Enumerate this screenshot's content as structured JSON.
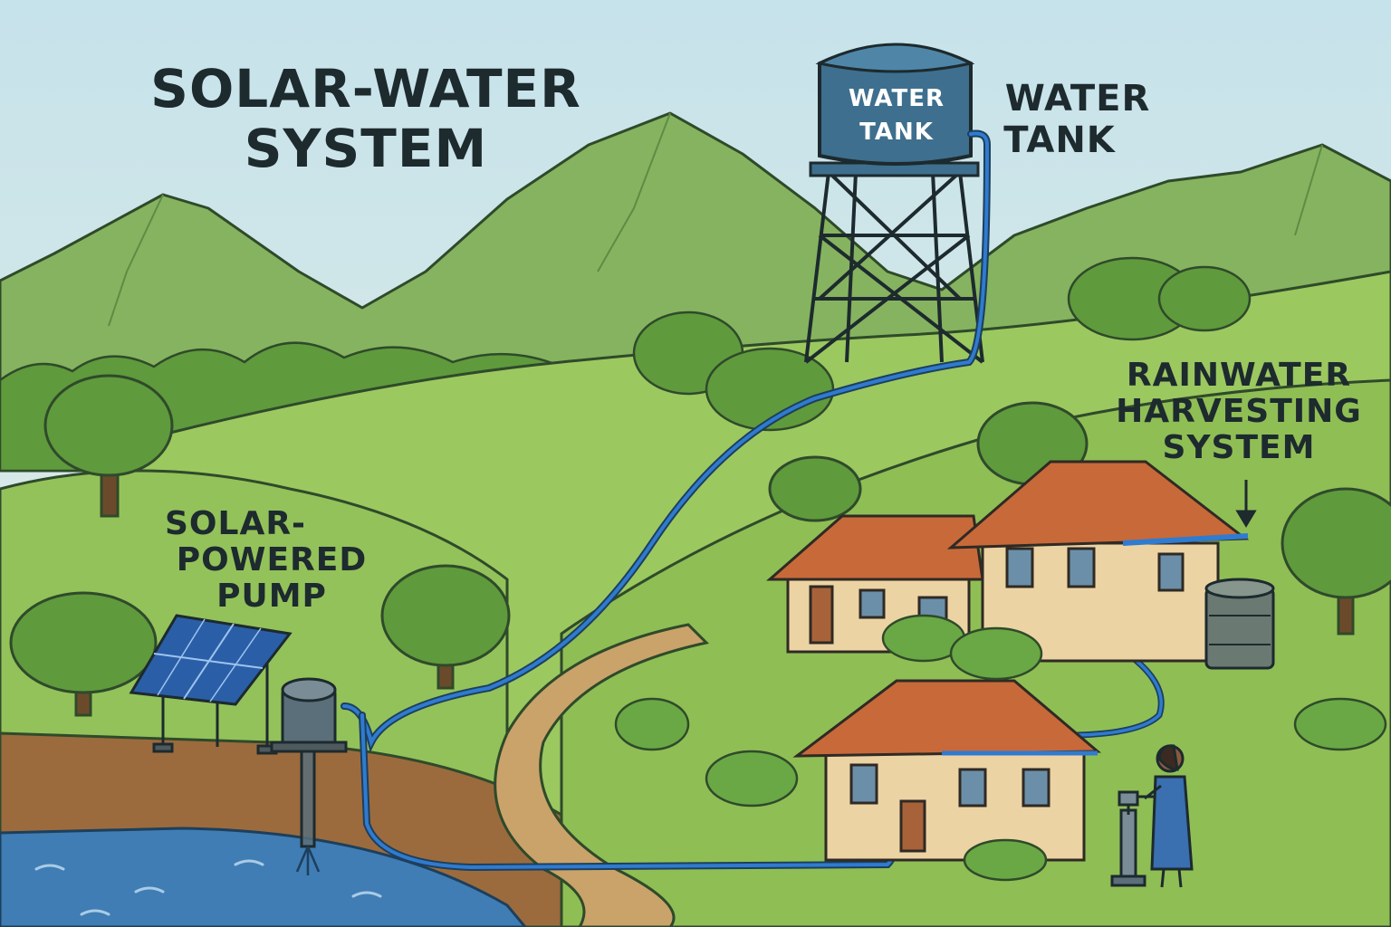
{
  "title": {
    "line1": "SOLAR-WATER",
    "line2": "SYSTEM"
  },
  "labels": {
    "water_tank_side": {
      "line1": "WATER",
      "line2": "TANK"
    },
    "water_tank_on_tank": {
      "line1": "WATER",
      "line2": "TANK"
    },
    "solar_pump": {
      "line1": "SOLAR-",
      "line2": "POWERED",
      "line3": "PUMP"
    },
    "rainwater": {
      "line1": "RAINWATER",
      "line2": "HARVESTING",
      "line3": "SYSTEM"
    }
  },
  "colors": {
    "sky": "#cfe6ea",
    "mountain": "#7fae5a",
    "hill": "#8dbf55",
    "pipe": "#1f5fa8",
    "water": "#3f7db4",
    "roof": "#c8693a",
    "wall": "#ecd3a3",
    "tank": "#3e6f8e",
    "soil": "#9b6b3e",
    "path": "#caa36a"
  },
  "icons": [
    "solar-panel-icon",
    "pump-icon",
    "water-tower-icon",
    "house-icon",
    "rain-barrel-icon",
    "hand-pump-icon",
    "person-icon",
    "tree-icon",
    "arrow-down-icon"
  ]
}
